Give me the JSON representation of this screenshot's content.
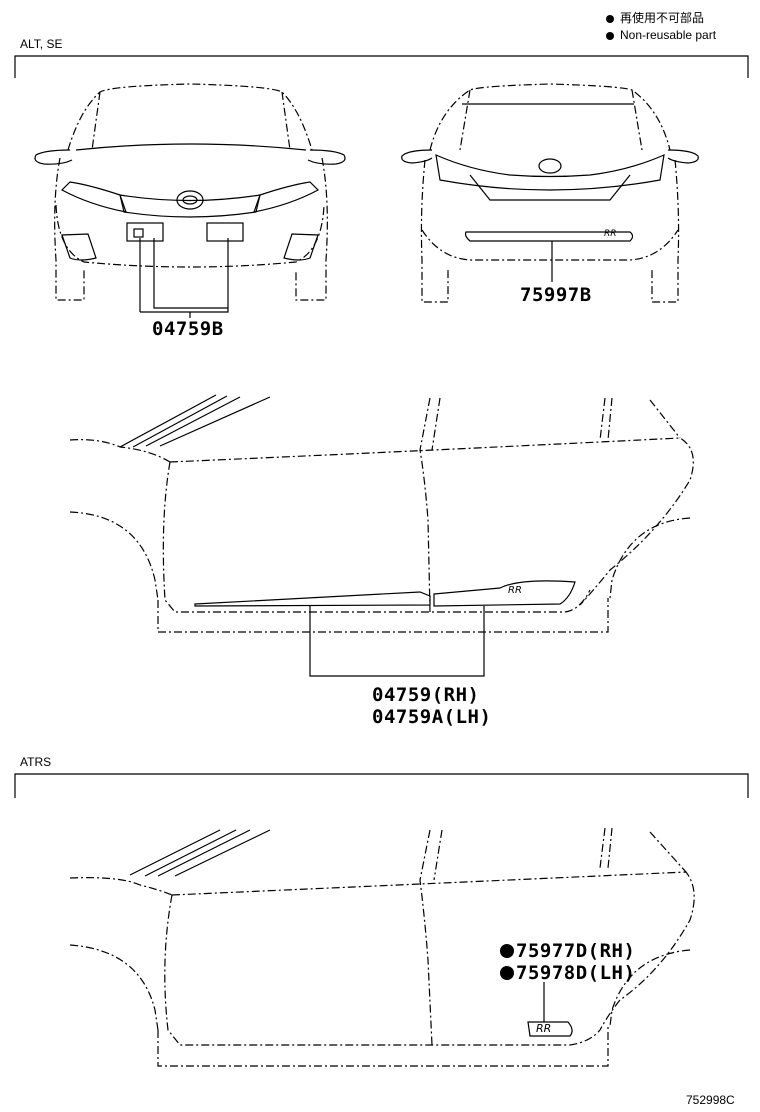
{
  "legend": {
    "jp": "再使用不可部品",
    "en": "Non-reusable part"
  },
  "sections": {
    "alt_se": "ALT, SE",
    "atrs": "ATRS"
  },
  "parts": {
    "front_emblem": "04759B",
    "rear_emblem": "75997B",
    "side_rh": "04759(RH)",
    "side_lh": "04759A(LH)",
    "atrs_rh": "75977D(RH)",
    "atrs_lh": "75978D(LH)"
  },
  "badge_text": "RR",
  "diagram_id": "752998C"
}
